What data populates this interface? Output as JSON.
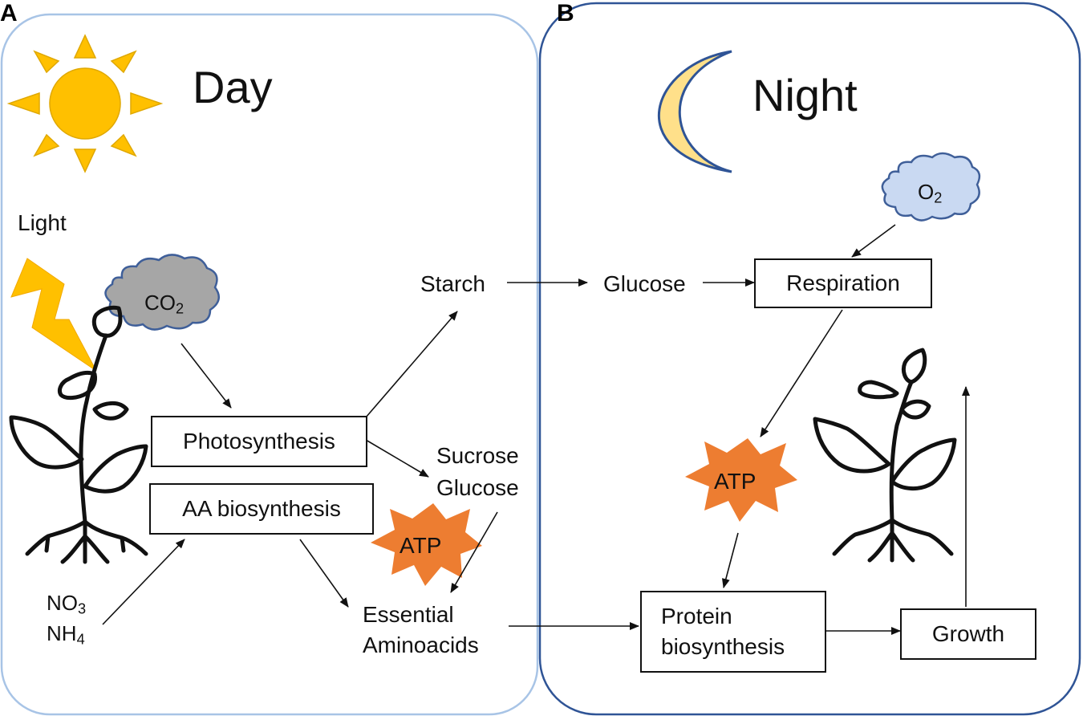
{
  "panels": {
    "a_letter": "A",
    "b_letter": "B",
    "day_title": "Day",
    "night_title": "Night"
  },
  "day": {
    "light_label": "Light",
    "co2_main": "CO",
    "co2_sub": "2",
    "no3_main": "NO",
    "no3_sub": "3",
    "nh4_main": "NH",
    "nh4_sub": "4",
    "photosynthesis": "Photosynthesis",
    "aa_biosynthesis": "AA biosynthesis",
    "starch": "Starch",
    "sucrose": "Sucrose",
    "glucose": "Glucose",
    "atp": "ATP",
    "essential": "Essential",
    "aminoacids": "Aminoacids"
  },
  "night": {
    "o2_main": "O",
    "o2_sub": "2",
    "glucose": "Glucose",
    "respiration": "Respiration",
    "atp": "ATP",
    "protein_line1": "Protein",
    "protein_line2": "biosynthesis",
    "growth": "Growth"
  },
  "colors": {
    "day_border": "#a8c4e6",
    "night_border": "#2f5496",
    "sun": "#ffc000",
    "moon_fill": "#ffe08a",
    "moon_stroke": "#2f5496",
    "co2_cloud": "#a6a6a6",
    "o2_cloud": "#c9d9f2",
    "cloud_stroke": "#3f5f99",
    "atp_burst": "#ed7d31",
    "lightning": "#ffc000"
  },
  "icons": [
    "sun-icon",
    "moon-icon",
    "lightning-icon",
    "plant-icon",
    "cloud-icon",
    "atp-burst-icon"
  ]
}
